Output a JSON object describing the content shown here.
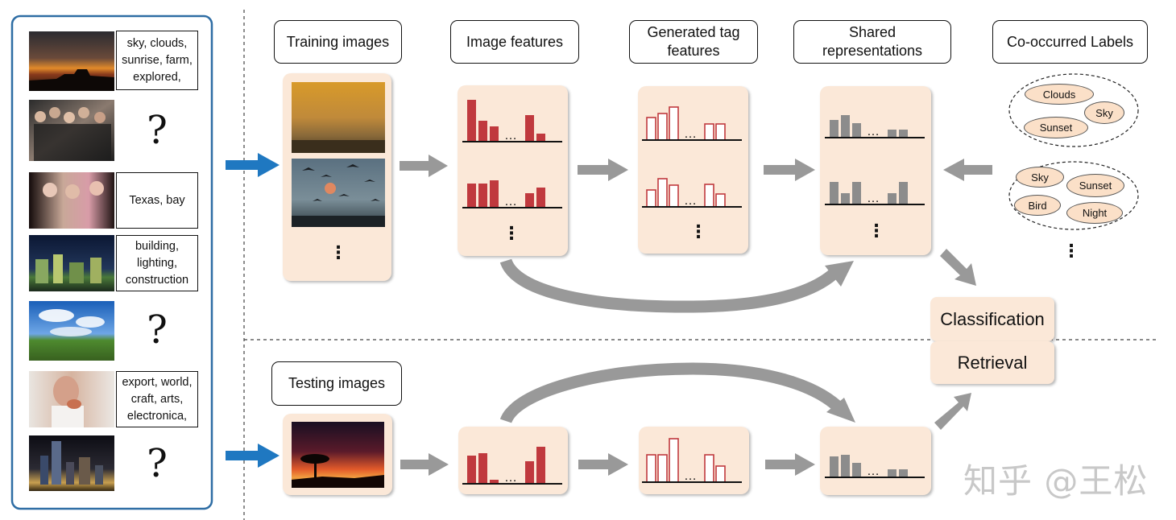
{
  "stages": {
    "training_images": "Training  images",
    "image_features": "Image features",
    "generated_tag_features": [
      "Generated tag",
      "features"
    ],
    "shared_representations": [
      "Shared",
      "representations"
    ],
    "co_occurred_labels": "Co-occurred Labels",
    "testing_images": "Testing images"
  },
  "outputs": {
    "classification": "Classification",
    "retrieval": "Retrieval"
  },
  "label_groups": [
    [
      "Clouds",
      "Sky",
      "Sunset"
    ],
    [
      "Sky",
      "Sunset",
      "Bird",
      "Night"
    ]
  ],
  "samples": [
    {
      "tags": [
        "sky, clouds,",
        "sunrise, farm,",
        "explored,"
      ],
      "scene": "sunset-farm"
    },
    {
      "tags": [],
      "scene": "group-party"
    },
    {
      "tags": [
        "Texas, bay"
      ],
      "scene": "girls-night"
    },
    {
      "tags": [
        "building,",
        "lighting,",
        "construction"
      ],
      "scene": "construction-night"
    },
    {
      "tags": [],
      "scene": "blue-sky-field"
    },
    {
      "tags": [
        "export, world,",
        "craft, arts,",
        "electronica,"
      ],
      "scene": "person-eating"
    },
    {
      "tags": [],
      "scene": "city-skyline-night"
    }
  ],
  "unknown_symbol": "?",
  "ellipsis": "…",
  "vertical_ellipsis": "⋮",
  "watermark": "知乎 @王松",
  "colors": {
    "bar_image": "#c0393e",
    "bar_tag_outline": "#c0393e",
    "bar_shared": "#8c8c8c",
    "panel": "#fbe8d8",
    "arrow_gray": "#999999",
    "arrow_blue": "#1f78c1",
    "frame_blue": "#2e6da4"
  },
  "chart_data": [
    {
      "type": "bar",
      "series": [
        {
          "values": [
            52,
            26,
            19,
            0,
            33,
            10
          ]
        }
      ]
    },
    {
      "type": "bar",
      "series": [
        {
          "values": [
            30,
            30,
            34,
            0,
            18,
            25
          ]
        }
      ]
    },
    {
      "type": "bar",
      "series": [
        {
          "values": [
            28,
            33,
            41,
            0,
            20,
            20
          ]
        }
      ]
    },
    {
      "type": "bar",
      "series": [
        {
          "values": [
            21,
            35,
            27,
            0,
            28,
            16
          ]
        }
      ]
    },
    {
      "type": "bar",
      "series": [
        {
          "values": [
            22,
            28,
            18,
            0,
            10,
            10
          ]
        }
      ]
    },
    {
      "type": "bar",
      "series": [
        {
          "values": [
            28,
            14,
            28,
            0,
            14,
            28
          ]
        }
      ]
    },
    {
      "type": "bar",
      "series": [
        {
          "values": [
            35,
            38,
            5,
            0,
            28,
            46
          ]
        }
      ]
    },
    {
      "type": "bar",
      "series": [
        {
          "values": [
            34,
            34,
            54,
            0,
            34,
            20
          ]
        }
      ]
    },
    {
      "type": "bar",
      "series": [
        {
          "values": [
            26,
            28,
            18,
            0,
            10,
            10
          ]
        }
      ]
    }
  ]
}
